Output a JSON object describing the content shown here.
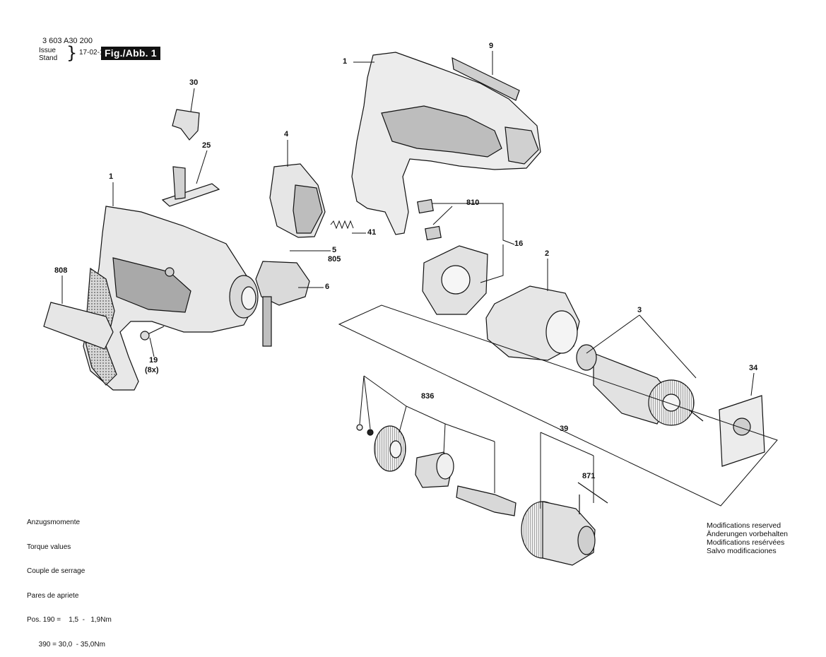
{
  "header": {
    "drawing_number": "3 603 A30 200",
    "issue_label": "Issue",
    "stand_label": "Stand",
    "date": "17-02-15",
    "figure_label": "Fig./Abb. 1"
  },
  "callouts": {
    "c1_top": "1",
    "c9": "9",
    "c30": "30",
    "c25": "25",
    "c4": "4",
    "c1_left": "1",
    "c810": "810",
    "c16": "16",
    "c2": "2",
    "c3": "3",
    "c41": "41",
    "c5": "5",
    "c805": "805",
    "c6": "6",
    "c808": "808",
    "c19": "19",
    "c8x": "(8x)",
    "c34": "34",
    "c836": "836",
    "c39": "39",
    "c871": "871"
  },
  "torque_notes": {
    "line1": "Anzugsmomente",
    "line2": "Torque values",
    "line3": "Couple de serrage",
    "line4": "Pares de apriete",
    "line5": "Pos. 190 =    1,5  -   1,9Nm",
    "line6": "      390 = 30,0  - 35,0Nm"
  },
  "modifications": {
    "line1": "Modifications reserved",
    "line2": "Änderungen vorbehalten",
    "line3": "Modifications resérvées",
    "line4": "Salvo modificaciones"
  },
  "colors": {
    "line": "#111111",
    "part_fill": "#e4e4e4",
    "part_shade": "#9a9a9a",
    "badge_bg": "#111111",
    "badge_text": "#ffffff"
  }
}
